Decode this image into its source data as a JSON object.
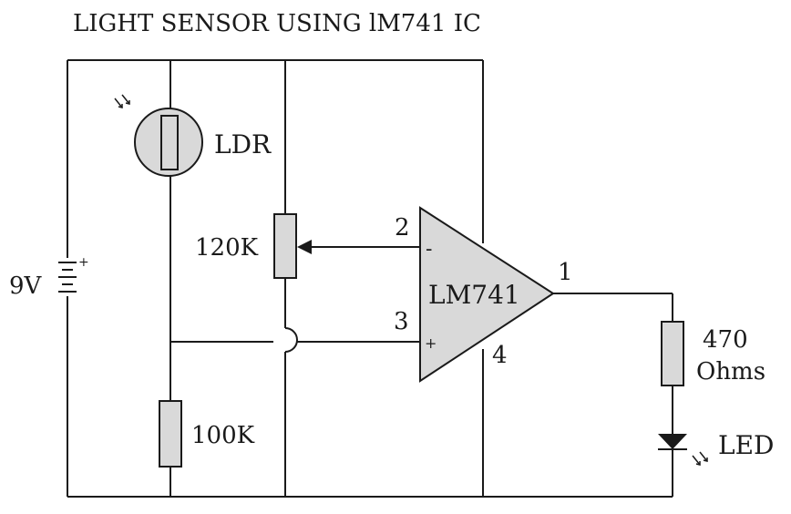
{
  "title": "LIGHT SENSOR USING lM741 IC",
  "labels": {
    "battery": "9V",
    "ldr": "LDR",
    "potentiometer": "120K",
    "resistor_bottom": "100K",
    "opamp": "LM741",
    "resistor_led_value": "470",
    "resistor_led_unit": "Ohms",
    "led": "LED"
  },
  "pins": {
    "inverting": "2",
    "non_inverting": "3",
    "output": "1",
    "ground": "4"
  },
  "symbols": {
    "minus": "-",
    "plus": "+"
  },
  "colors": {
    "line": "#1a1a1a",
    "component_fill": "#d9d9d9",
    "background": "#ffffff"
  }
}
